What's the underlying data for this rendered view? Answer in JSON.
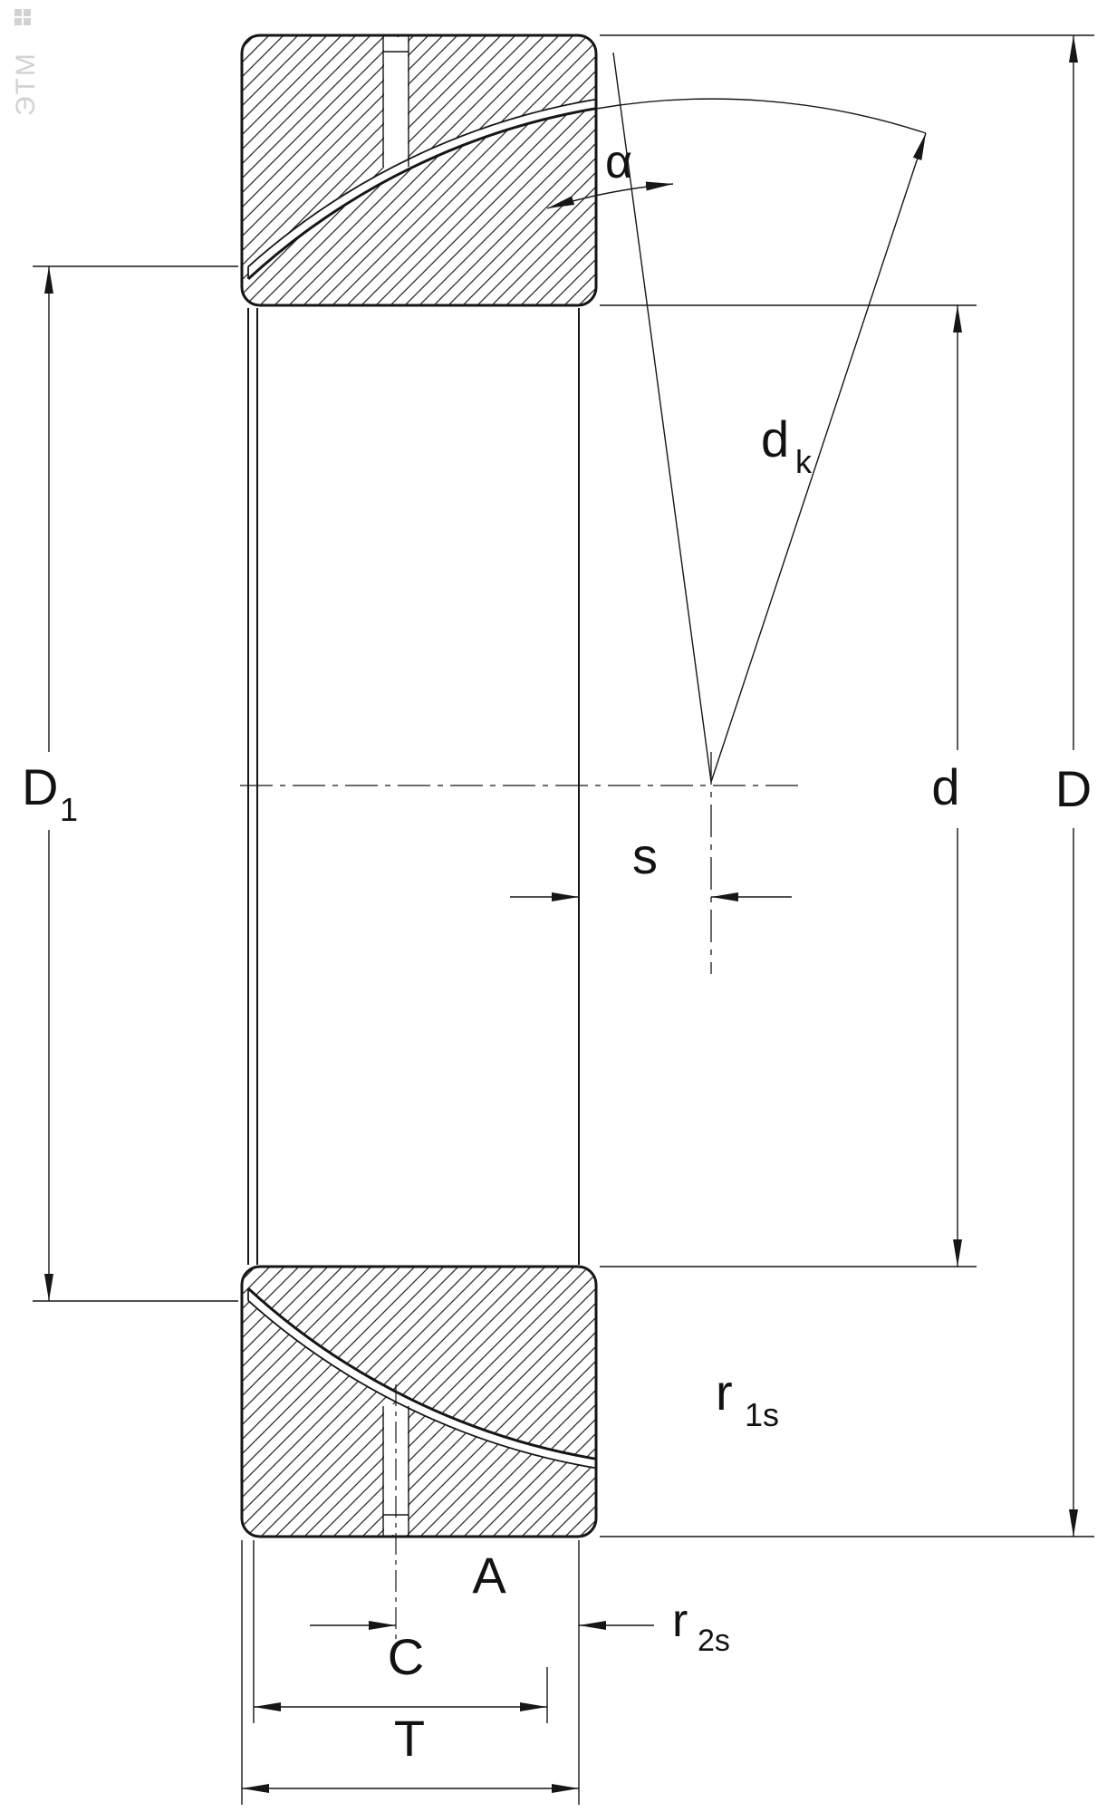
{
  "watermark": {
    "text": "ЭТМ"
  },
  "colors": {
    "line": "#161616",
    "background": "#ffffff",
    "watermark": "#c4c4c8"
  },
  "labels": {
    "alpha": "α",
    "dk": {
      "base": "d",
      "sub": "k"
    },
    "D1": {
      "base": "D",
      "sub": "1"
    },
    "d": "d",
    "D": "D",
    "s": "s",
    "r1s": {
      "base": "r",
      "sub": "1s"
    },
    "A": "A",
    "r2s": {
      "base": "r",
      "sub": "2s"
    },
    "C": "C",
    "T": "T"
  }
}
